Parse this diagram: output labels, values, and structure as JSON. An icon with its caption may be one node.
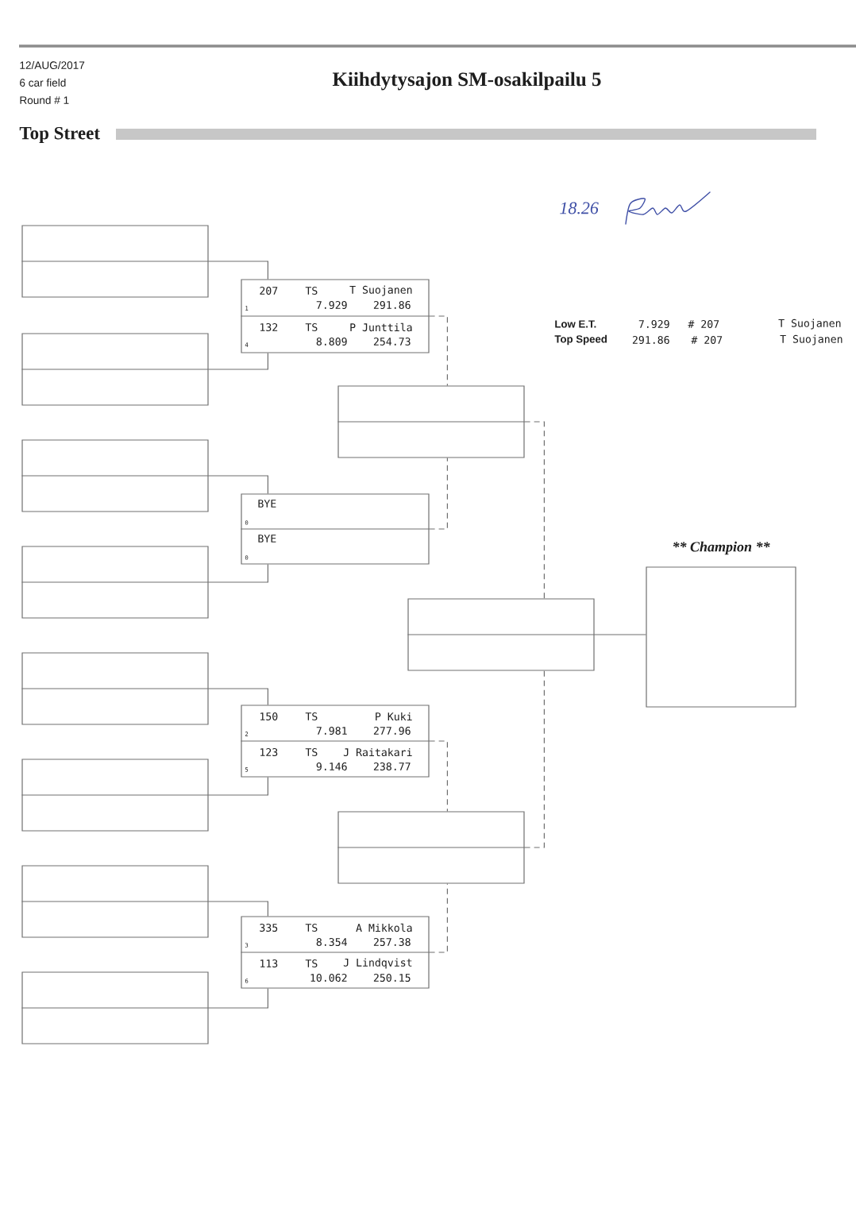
{
  "diagram": {
    "title": "Kiihdytysajon SM-osakilpailu 5",
    "nodes": [
      {
        "text": [],
        "shape": "box"
      },
      {
        "text": [],
        "shape": "box"
      },
      {
        "text": [],
        "shape": "box"
      },
      {
        "text": [],
        "shape": "box"
      },
      {
        "text": [],
        "shape": "box"
      },
      {
        "text": [],
        "shape": "box"
      },
      {
        "text": [],
        "shape": "box"
      },
      {
        "text": [],
        "shape": "box"
      },
      {
        "text": [
          "207",
          "TS",
          "T Suojanen",
          "1",
          "7.929",
          "291.86",
          "132",
          "TS",
          "P Junttila",
          "4",
          "8.809",
          "254.73"
        ]
      },
      {
        "text": [
          "BYE",
          "0",
          "BYE",
          "0"
        ]
      },
      {
        "text": [
          "150",
          "TS",
          "P Kuki",
          "2",
          "7.981",
          "277.96",
          "123",
          "TS",
          "J Raitakari",
          "5",
          "9.146",
          "238.77"
        ]
      },
      {
        "text": [
          "335",
          "TS",
          "A Mikkola",
          "3",
          "8.354",
          "257.38",
          "113",
          "TS",
          "J Lindqvist",
          "6",
          "10.062",
          "250.15"
        ]
      },
      {
        "text": [],
        "shape": "box"
      },
      {
        "text": [],
        "shape": "box"
      },
      {
        "text": [],
        "shape": "box"
      },
      {
        "text": [
          "** Champion **"
        ]
      }
    ],
    "edges": [
      {
        "from": 0,
        "to": 8,
        "arrow": "none"
      },
      {
        "from": 1,
        "to": 8,
        "arrow": "none"
      },
      {
        "from": 2,
        "to": 9,
        "arrow": "none"
      },
      {
        "from": 3,
        "to": 9,
        "arrow": "none"
      },
      {
        "from": 4,
        "to": 10,
        "arrow": "none"
      },
      {
        "from": 5,
        "to": 10,
        "arrow": "none"
      },
      {
        "from": 6,
        "to": 11,
        "arrow": "none"
      },
      {
        "from": 7,
        "to": 11,
        "arrow": "none"
      },
      {
        "from": 8,
        "to": 12,
        "arrow": "none",
        "style": "dashed"
      },
      {
        "from": 9,
        "to": 12,
        "arrow": "none",
        "style": "dashed"
      },
      {
        "from": 10,
        "to": 13,
        "arrow": "none",
        "style": "dashed"
      },
      {
        "from": 11,
        "to": 13,
        "arrow": "none",
        "style": "dashed"
      },
      {
        "from": 12,
        "to": 14,
        "arrow": "none",
        "style": "dashed"
      },
      {
        "from": 13,
        "to": 14,
        "arrow": "none",
        "style": "dashed"
      },
      {
        "from": 14,
        "to": 15,
        "arrow": "none"
      }
    ],
    "labels": [
      "12/AUG/2017",
      "6 car field",
      "Round # 1",
      "Top Street",
      "18.26",
      "Low E.T.",
      "7.929",
      "# 207",
      "T Suojanen",
      "Top Speed",
      "291.86",
      "# 207",
      "T Suojanen"
    ]
  }
}
